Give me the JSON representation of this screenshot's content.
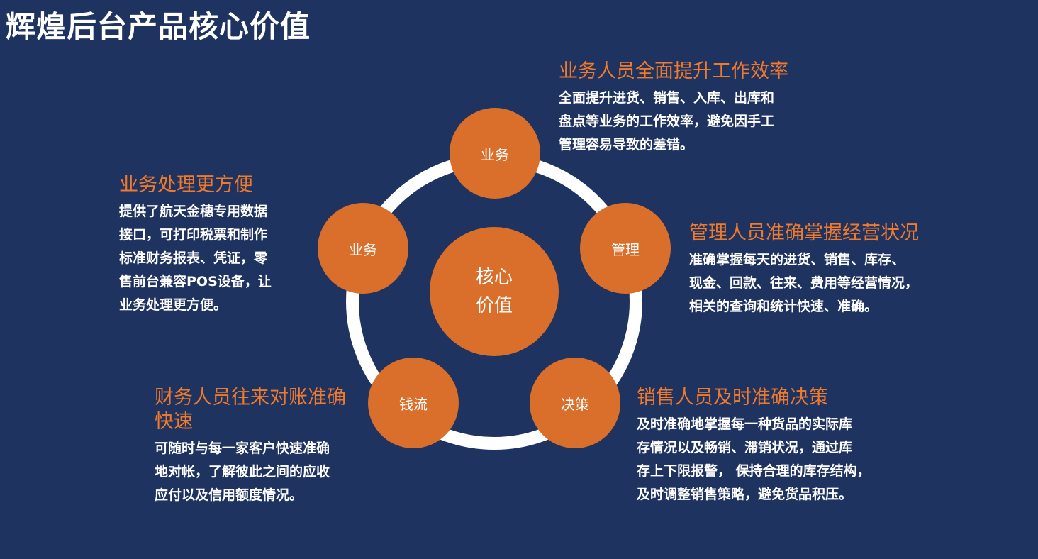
{
  "title": "辉煌后台产品核心价值",
  "center": {
    "line1": "核心",
    "line2": "价值"
  },
  "nodes": {
    "top": "业务",
    "left": "业务",
    "right": "管理",
    "bottom_left": "钱流",
    "bottom_right": "决策"
  },
  "blocks": {
    "top_right": {
      "heading": "业务人员全面提升工作效率",
      "lines": [
        "全面提升进货、销售、入库、出库和",
        "盘点等业务的工作效率，避免因手工",
        "管理容易导致的差错。"
      ]
    },
    "left": {
      "heading": "业务处理更方便",
      "lines": [
        "提供了航天金穗专用数据",
        "接口，可打印税票和制作",
        "标准财务报表、凭证，零",
        "售前台兼容POS设备，让",
        "业务处理更方便。"
      ]
    },
    "right": {
      "heading": "管理人员准确掌握经营状况",
      "lines": [
        "准确掌握每天的进货、销售、库存、",
        "现金、回款、往来、费用等经营情况，",
        "相关的查询和统计快速、准确。"
      ]
    },
    "bottom_left": {
      "heading_lines": [
        "财务人员往来对账准确",
        "快速"
      ],
      "lines": [
        "可随时与每一家客户快速准确",
        "地对帐，了解彼此之间的应收",
        "应付以及信用额度情况。"
      ]
    },
    "bottom_right": {
      "heading": "销售人员及时准确决策",
      "lines": [
        "及时准确地掌握每一种货品的实际库",
        "存情况以及畅销、滞销状况，通过库",
        "存上下限报警， 保持合理的库存结构，",
        "及时调整销售策略，避免货品积压。"
      ]
    }
  },
  "colors": {
    "background": "#1f3360",
    "accent": "#d96f2a",
    "heading": "#f07a2c",
    "ring": "#ffffff"
  }
}
